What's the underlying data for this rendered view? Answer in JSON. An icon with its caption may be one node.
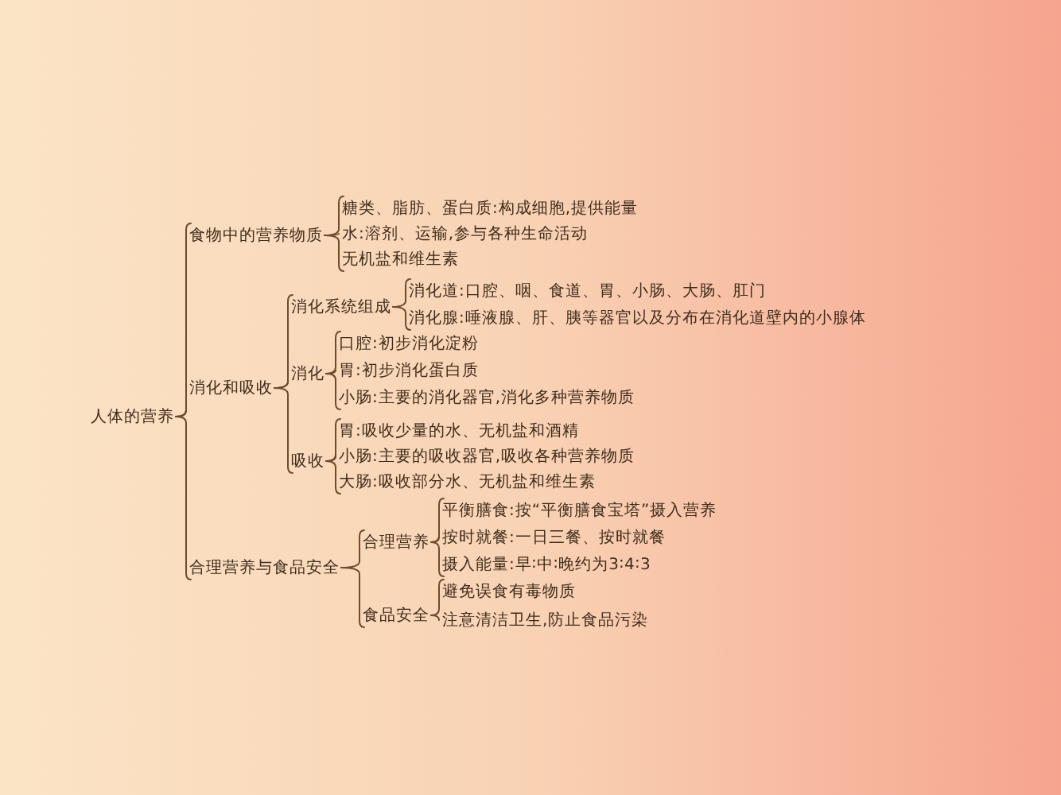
{
  "diagram": {
    "nodes": [
      {
        "text": [
          "人体的营养"
        ]
      },
      {
        "text": [
          "食物中的营养物质"
        ]
      },
      {
        "text": [
          "糖类、脂肪、蛋白质:构成细胞,提供能量"
        ]
      },
      {
        "text": [
          "水:溶剂、运输,参与各种生命活动"
        ]
      },
      {
        "text": [
          "无机盐和维生素"
        ]
      },
      {
        "text": [
          "消化和吸收"
        ]
      },
      {
        "text": [
          "消化系统组成"
        ]
      },
      {
        "text": [
          "消化道:口腔、咽、食道、胃、小肠、大肠、肛门"
        ]
      },
      {
        "text": [
          "消化腺:唾液腺、肝、胰等器官以及分布在消化道壁内的小腺体"
        ]
      },
      {
        "text": [
          "消化"
        ]
      },
      {
        "text": [
          "口腔:初步消化淀粉"
        ]
      },
      {
        "text": [
          "胃:初步消化蛋白质"
        ]
      },
      {
        "text": [
          "小肠:主要的消化器官,消化多种营养物质"
        ]
      },
      {
        "text": [
          "吸收"
        ]
      },
      {
        "text": [
          "胃:吸收少量的水、无机盐和酒精"
        ]
      },
      {
        "text": [
          "小肠:主要的吸收器官,吸收各种营养物质"
        ]
      },
      {
        "text": [
          "大肠:吸收部分水、无机盐和维生素"
        ]
      },
      {
        "text": [
          "合理营养与食品安全"
        ]
      },
      {
        "text": [
          "合理营养"
        ]
      },
      {
        "text": [
          "平衡膳食:按“平衡膳食宝塔”摄入营养"
        ]
      },
      {
        "text": [
          "按时就餐:一日三餐、按时就餐"
        ]
      },
      {
        "text": [
          "摄入能量:早∶中∶晚约为3∶4∶3"
        ]
      },
      {
        "text": [
          "食品安全"
        ]
      },
      {
        "text": [
          "避免误食有毒物质"
        ]
      },
      {
        "text": [
          "注意清洁卫生,防止食品污染"
        ]
      }
    ],
    "edges": [
      {
        "from": 0,
        "to": 1,
        "arrow": "none"
      },
      {
        "from": 0,
        "to": 5,
        "arrow": "none"
      },
      {
        "from": 0,
        "to": 17,
        "arrow": "none"
      },
      {
        "from": 1,
        "to": 2,
        "arrow": "none"
      },
      {
        "from": 1,
        "to": 3,
        "arrow": "none"
      },
      {
        "from": 1,
        "to": 4,
        "arrow": "none"
      },
      {
        "from": 5,
        "to": 6,
        "arrow": "none"
      },
      {
        "from": 5,
        "to": 9,
        "arrow": "none"
      },
      {
        "from": 5,
        "to": 13,
        "arrow": "none"
      },
      {
        "from": 6,
        "to": 7,
        "arrow": "none"
      },
      {
        "from": 6,
        "to": 8,
        "arrow": "none"
      },
      {
        "from": 9,
        "to": 10,
        "arrow": "none"
      },
      {
        "from": 9,
        "to": 11,
        "arrow": "none"
      },
      {
        "from": 9,
        "to": 12,
        "arrow": "none"
      },
      {
        "from": 13,
        "to": 14,
        "arrow": "none"
      },
      {
        "from": 13,
        "to": 15,
        "arrow": "none"
      },
      {
        "from": 13,
        "to": 16,
        "arrow": "none"
      },
      {
        "from": 17,
        "to": 18,
        "arrow": "none"
      },
      {
        "from": 17,
        "to": 22,
        "arrow": "none"
      },
      {
        "from": 18,
        "to": 19,
        "arrow": "none"
      },
      {
        "from": 18,
        "to": 20,
        "arrow": "none"
      },
      {
        "from": 18,
        "to": 21,
        "arrow": "none"
      },
      {
        "from": 22,
        "to": 23,
        "arrow": "none"
      },
      {
        "from": 22,
        "to": 24,
        "arrow": "none"
      }
    ]
  }
}
